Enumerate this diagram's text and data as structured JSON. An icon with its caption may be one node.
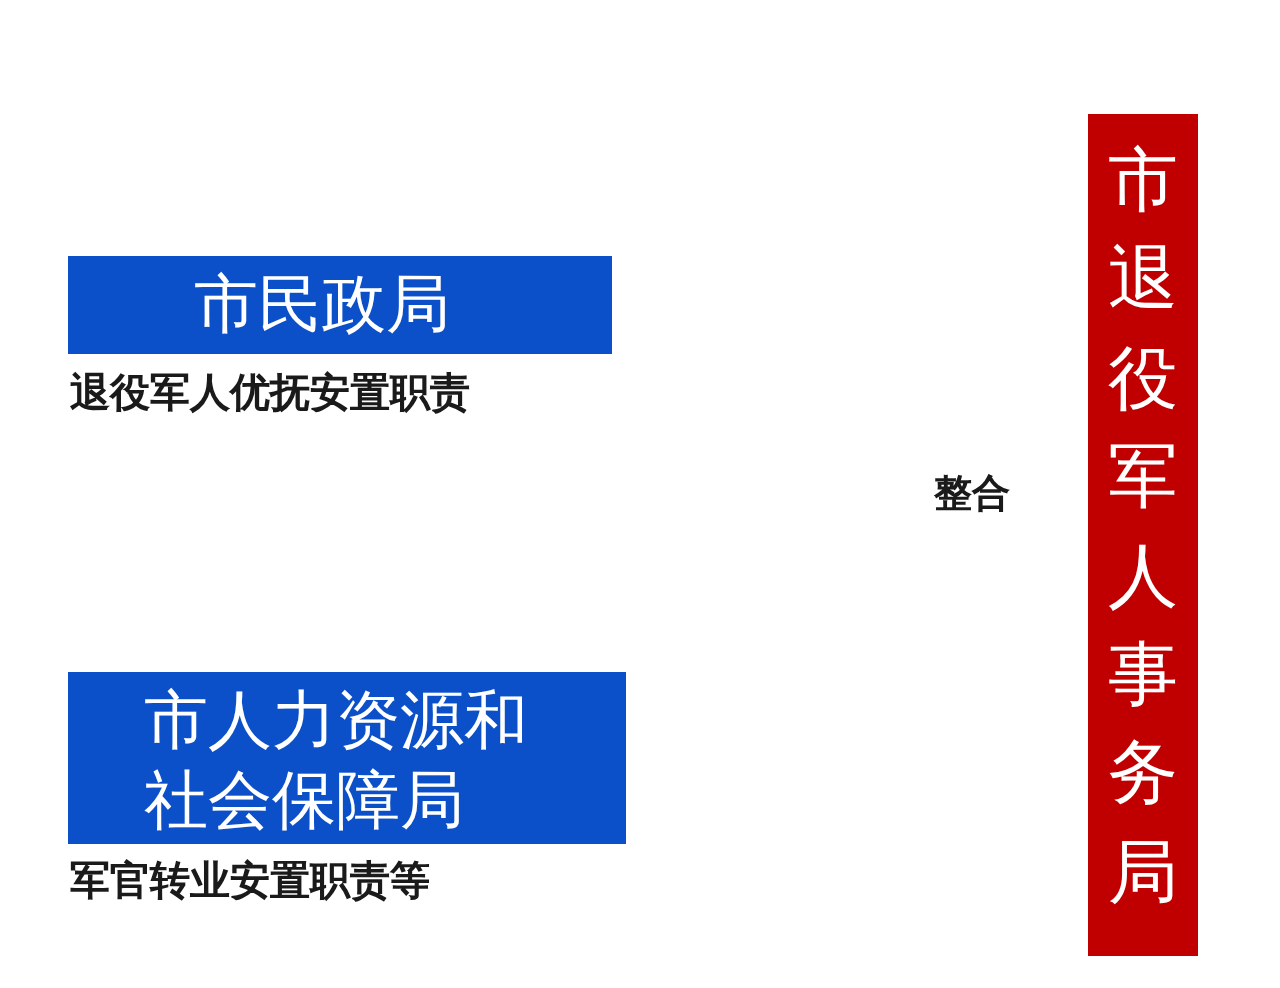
{
  "diagram": {
    "nodes": [
      {
        "text": [
          "市民政局"
        ],
        "beside": [
          "退役军人优抚安置职责"
        ]
      },
      {
        "text": [
          "市人力资源和社会保障局"
        ],
        "beside": [
          "军官转业安置职责等"
        ]
      },
      {
        "text": [
          "市退役军人事务局"
        ]
      }
    ],
    "labels": [
      "整合"
    ]
  }
}
